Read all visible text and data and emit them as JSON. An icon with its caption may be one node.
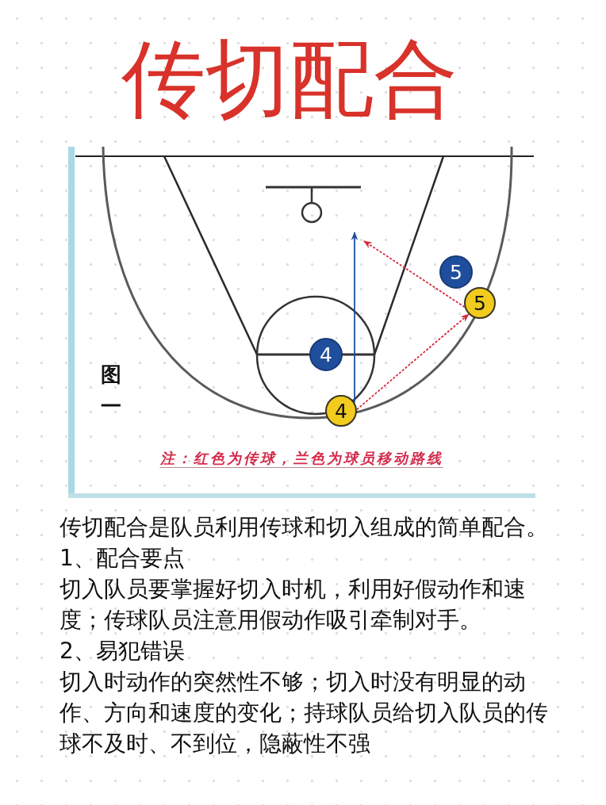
{
  "diagram": {
    "title": "传切配合",
    "nodes": [
      {
        "text": [
          "5"
        ]
      },
      {
        "text": [
          "5"
        ]
      },
      {
        "text": [
          "4"
        ]
      },
      {
        "text": [
          "4"
        ]
      }
    ],
    "edges": [
      {
        "from": 3,
        "to": null,
        "arrow": "to",
        "color": "#1f4f9c"
      },
      {
        "from": 3,
        "to": 1,
        "arrow": "to",
        "style": "dashed",
        "color": "#d42a3c"
      },
      {
        "from": 1,
        "to": null,
        "arrow": "to",
        "style": "dashed",
        "color": "#d42a3c"
      }
    ],
    "labels": [
      "图一",
      "注：红色为传球，兰色为球员移动路线",
      "传切配合是队员利用传球和切入组成的简单配合。",
      "1、配合要点",
      "切入队员要掌握好切入时机，利用好假动作和速度；传球队员注意用假动作吸引牵制对手。",
      "2、易犯错误",
      "切入时动作的突然性不够；切入时没有明显的动作、方向和速度的变化；持球队员给切入队员的传球不及时、不到位，隐蔽性不强"
    ]
  }
}
